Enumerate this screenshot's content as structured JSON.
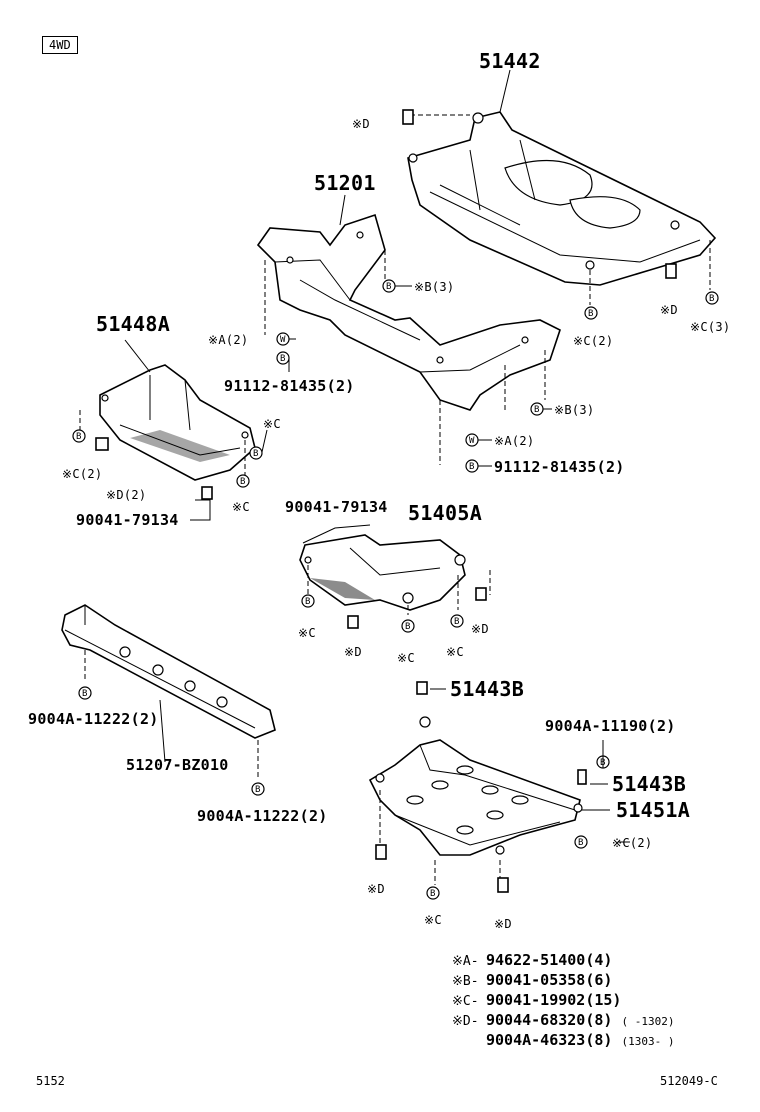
{
  "badge": "4WD",
  "parts": {
    "p51442": "51442",
    "p51201": "51201",
    "p51448A": "51448A",
    "p51405A": "51405A",
    "p51443B_top": "51443B",
    "p51443B_right": "51443B",
    "p51451A": "51451A",
    "p51207": "51207-BZ010"
  },
  "callouts": {
    "d_top": "※D",
    "b3_upper": "※B(3)",
    "a2_left": "※A(2)",
    "w_left": "W",
    "bolt_left": "91112-81435(2)",
    "c3_right": "※C(3)",
    "c2_mid": "※C(2)",
    "d_right": "※D",
    "b3_lower": "※B(3)",
    "w_right": "W",
    "a2_right": "※A(2)",
    "bolt_right": "91112-81435(2)",
    "c_448": "※C",
    "c2_448": "※C(2)",
    "d2_448": "※D(2)",
    "c_448b": "※C",
    "n90041_left": "90041-79134",
    "n90041_mid": "90041-79134",
    "c_405a": "※C",
    "d_405a": "※D",
    "c_405b": "※C",
    "c_405c": "※C",
    "d_405b": "※D",
    "n9004a_11222_a": "9004A-11222(2)",
    "n9004a_11222_b": "9004A-11222(2)",
    "n9004a_11190": "9004A-11190(2)",
    "c2_451": "※C(2)",
    "d_451a": "※D",
    "c_451": "※C",
    "d_451b": "※D"
  },
  "legend": [
    {
      "key": "※A-",
      "part": "94622-51400(4)",
      "range": ""
    },
    {
      "key": "※B-",
      "part": "90041-05358(6)",
      "range": ""
    },
    {
      "key": "※C-",
      "part": "90041-19902(15)",
      "range": ""
    },
    {
      "key": "※D-",
      "part": "90044-68320(8)",
      "range": "(    -1302)"
    },
    {
      "key": "",
      "part": "9004A-46323(8)",
      "range": "(1303-    )"
    }
  ],
  "footer": {
    "left": "5152",
    "right": "512049-C"
  }
}
